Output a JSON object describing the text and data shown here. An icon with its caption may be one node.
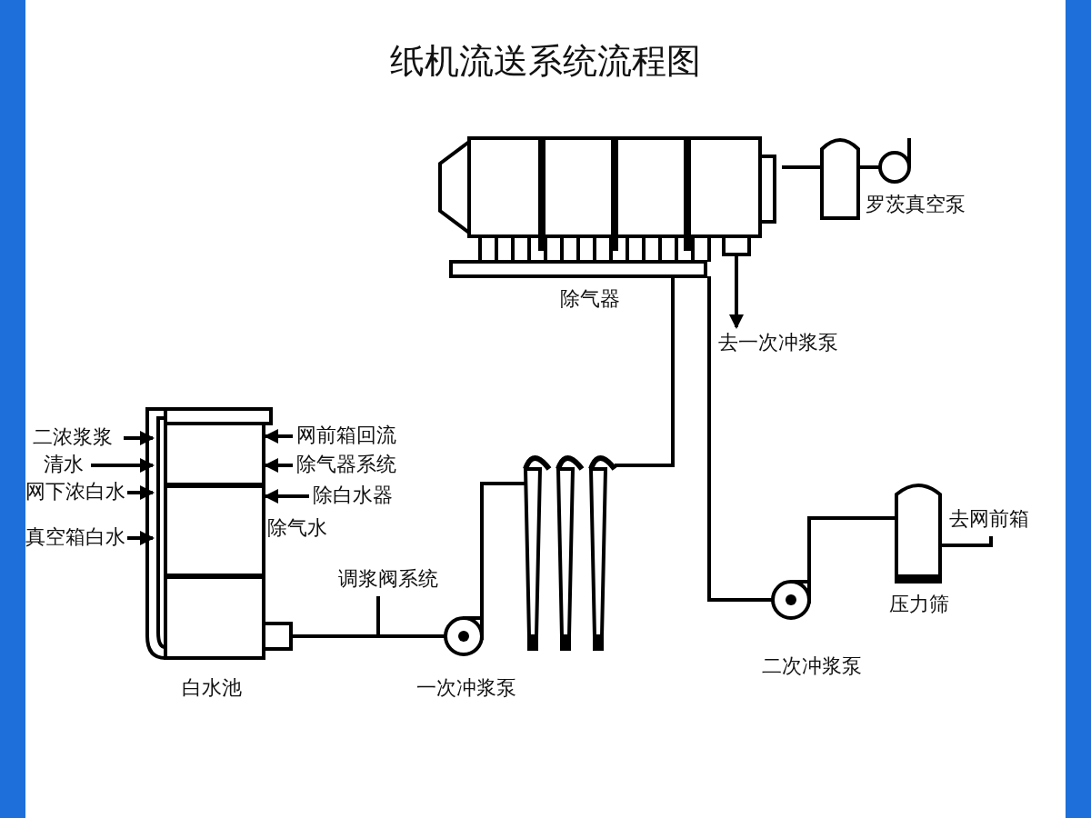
{
  "diagram": {
    "title": "纸机流送系统流程图",
    "nodes": [
      {
        "text": [
          "除气器"
        ]
      },
      {
        "text": [
          "罗茨真空泵"
        ]
      },
      {
        "text": [
          "白水池"
        ]
      },
      {
        "text": [
          "一次冲浆泵"
        ]
      },
      {
        "text": [],
        "shape": "cylinder"
      },
      {
        "text": [
          "二次冲浆泵"
        ]
      },
      {
        "text": [
          "压力筛"
        ]
      },
      {
        "text": [
          "去一次冲浆泵"
        ]
      },
      {
        "text": [
          "去网前箱"
        ]
      },
      {
        "text": [
          "二浓浆浆"
        ]
      },
      {
        "text": [
          "清水"
        ]
      },
      {
        "text": [
          "网下浓白水"
        ]
      },
      {
        "text": [
          "真空箱白水"
        ]
      },
      {
        "text": [
          "网前箱回流"
        ]
      },
      {
        "text": [
          "除气器系统"
        ]
      },
      {
        "text": [
          "除白水器"
        ]
      }
    ],
    "edges": [
      {
        "from": 0,
        "to": 1,
        "arrow": "none"
      },
      {
        "from": 0,
        "to": 7,
        "arrow": "to"
      },
      {
        "from": 2,
        "to": 3,
        "arrow": "none"
      },
      {
        "from": 3,
        "to": 4,
        "arrow": "none"
      },
      {
        "from": 4,
        "to": 0,
        "arrow": "none"
      },
      {
        "from": 0,
        "to": 5,
        "arrow": "none"
      },
      {
        "from": 5,
        "to": 6,
        "arrow": "none"
      },
      {
        "from": 6,
        "to": 8,
        "arrow": "none"
      },
      {
        "from": 9,
        "to": 2,
        "arrow": "to"
      },
      {
        "from": 10,
        "to": 2,
        "arrow": "to"
      },
      {
        "from": 11,
        "to": 2,
        "arrow": "to"
      },
      {
        "from": 12,
        "to": 2,
        "arrow": "to"
      },
      {
        "from": 13,
        "to": 2,
        "arrow": "to"
      },
      {
        "from": 14,
        "to": 2,
        "arrow": "to"
      },
      {
        "from": 15,
        "to": 2,
        "arrow": "to"
      }
    ],
    "labels": [
      "除气水",
      "调浆阀系统"
    ]
  }
}
